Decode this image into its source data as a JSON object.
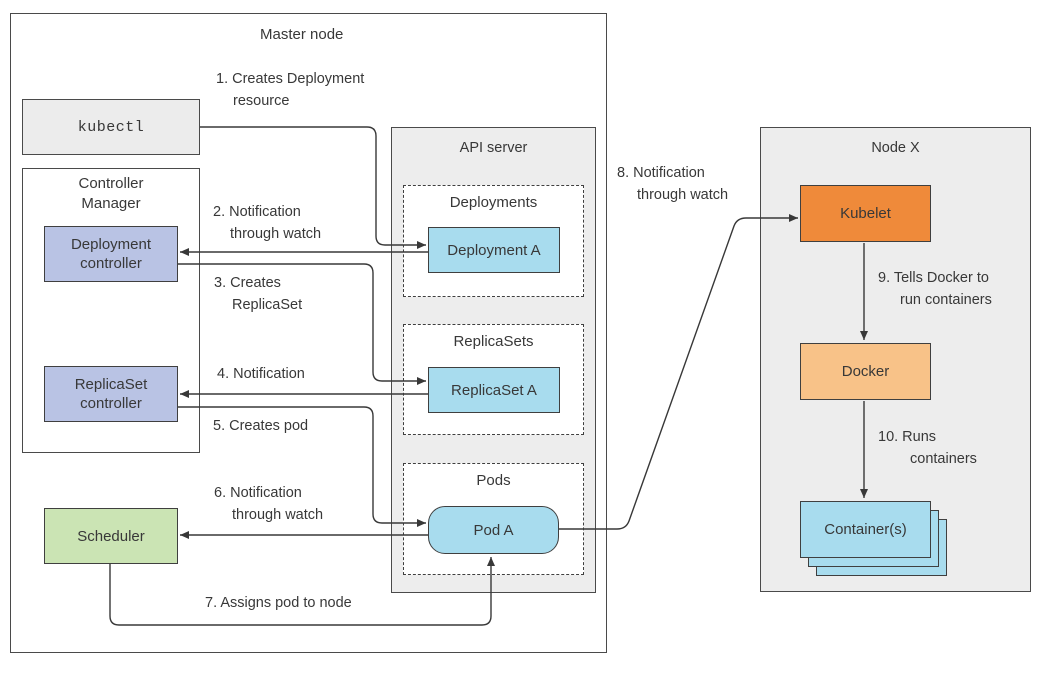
{
  "master_node": {
    "title": "Master node",
    "kubectl": "kubectl",
    "controller_manager": {
      "title": "Controller\nManager",
      "deployment_controller": "Deployment controller",
      "replicaset_controller": "ReplicaSet controller"
    },
    "scheduler": "Scheduler",
    "api_server": {
      "title": "API server",
      "deployments_label": "Deployments",
      "deployment_a": "Deployment A",
      "replicasets_label": "ReplicaSets",
      "replicaset_a": "ReplicaSet A",
      "pods_label": "Pods",
      "pod_a": "Pod A"
    }
  },
  "node_x": {
    "title": "Node X",
    "kubelet": "Kubelet",
    "docker": "Docker",
    "containers": "Container(s)"
  },
  "labels": {
    "step1_line1": "1. Creates Deployment",
    "step1_line2": "resource",
    "step2_line1": "2. Notification",
    "step2_line2": "through watch",
    "step3_line1": "3. Creates",
    "step3_line2": "ReplicaSet",
    "step4": "4. Notification",
    "step5": "5. Creates pod",
    "step6_line1": "6. Notification",
    "step6_line2": "through watch",
    "step7": "7. Assigns pod to node",
    "step8_line1": "8. Notification",
    "step8_line2": "through watch",
    "step9_line1": "9. Tells Docker to",
    "step9_line2": "run containers",
    "step10_line1": "10. Runs",
    "step10_line2": "containers"
  },
  "colors": {
    "panel_gray": "#ededed",
    "box_gray": "#ececec",
    "lavender": "#b9c3e4",
    "green": "#cbe4b4",
    "cyan": "#a8dcee",
    "orange": "#ef8a3a",
    "light_orange": "#f8c288",
    "line": "#383838"
  }
}
